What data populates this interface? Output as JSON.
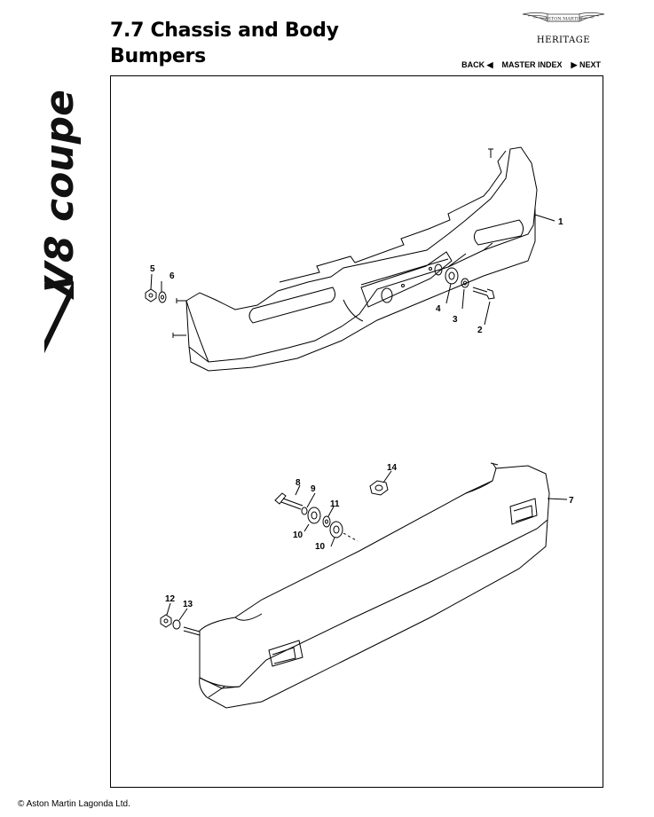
{
  "side_logo": {
    "text": "V8 coupe"
  },
  "header": {
    "section_number": "7.7",
    "section_title": "Chassis and Body",
    "subtitle": "Bumpers"
  },
  "brand": {
    "badge_text": "ASTON MARTIN",
    "heritage": "HERITAGE"
  },
  "nav": {
    "back": "BACK",
    "back_arrow": "◀",
    "master_index": "MASTER INDEX",
    "next_arrow": "▶",
    "next": "NEXT"
  },
  "diagram": {
    "rear_callouts": [
      "1",
      "2",
      "3",
      "4",
      "5",
      "6"
    ],
    "front_callouts": [
      "7",
      "8",
      "9",
      "10",
      "10",
      "11",
      "12",
      "13",
      "14"
    ]
  },
  "footer": {
    "copyright": "© Aston Martin Lagonda Ltd."
  }
}
